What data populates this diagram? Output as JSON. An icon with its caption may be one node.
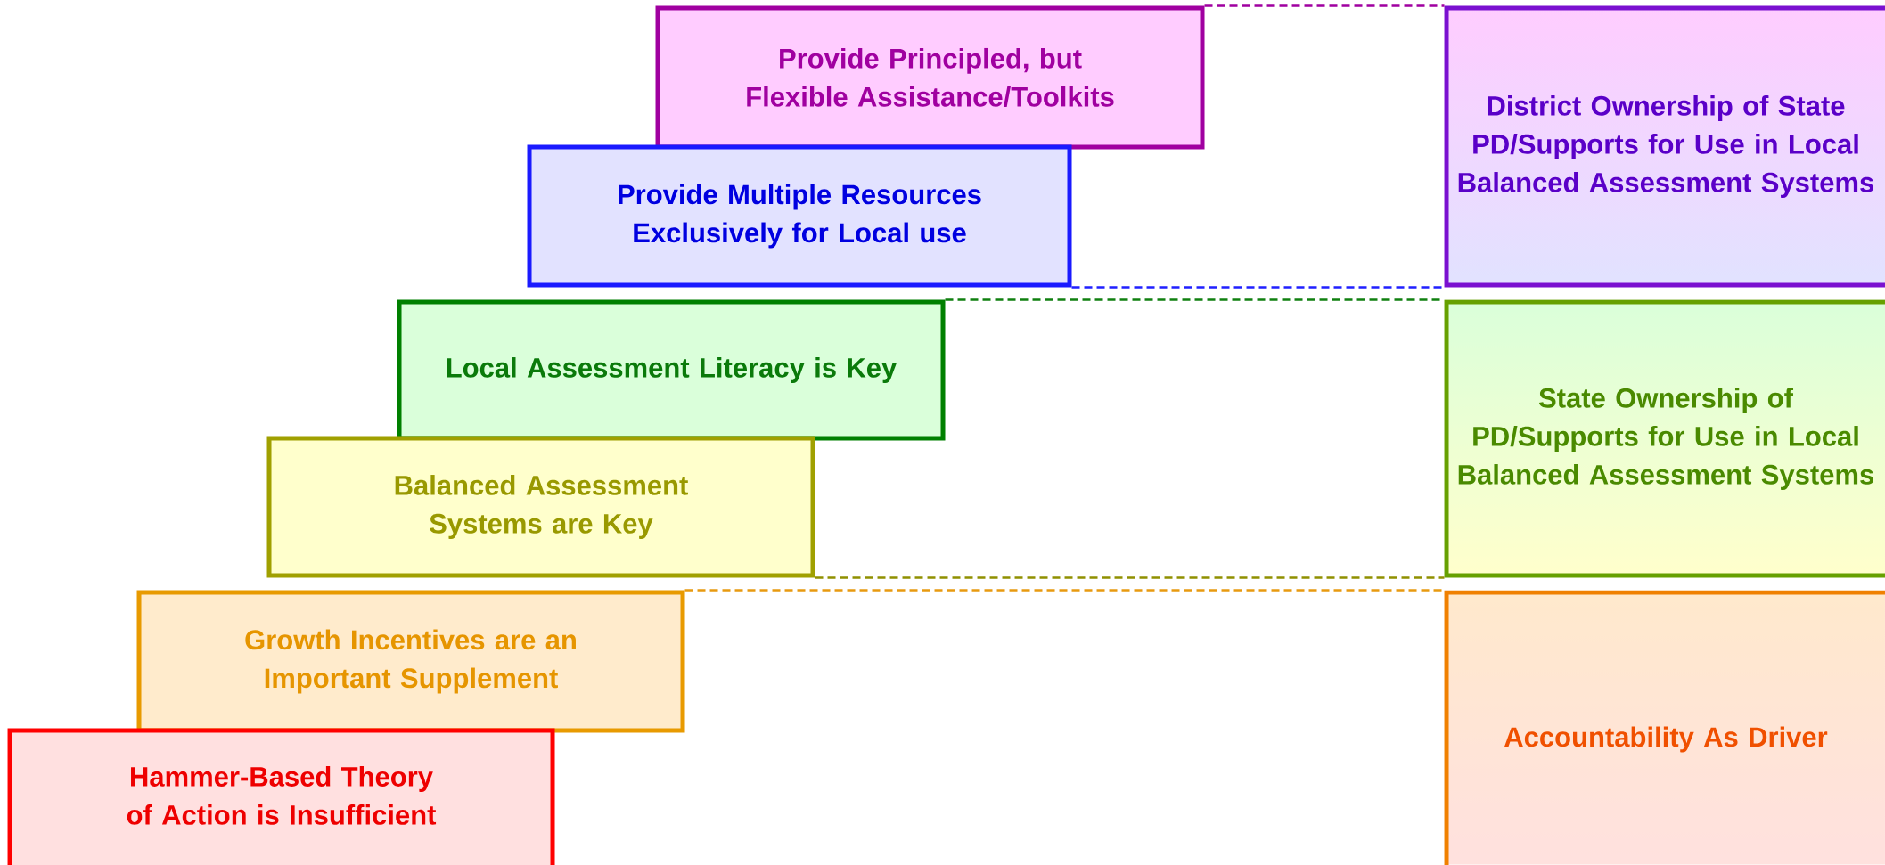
{
  "diagram": {
    "nodes": [
      {
        "text": [
          "Provide Principled, but Flexible Assistance/Toolkits"
        ]
      },
      {
        "text": [
          "Provide Multiple Resources Exclusively for Local use"
        ]
      },
      {
        "text": [
          "Local Assessment Literacy is Key"
        ]
      },
      {
        "text": [
          "Balanced Assessment Systems are Key"
        ]
      },
      {
        "text": [
          "Growth Incentives are an Important Supplement"
        ]
      },
      {
        "text": [
          "Hammer-Based Theory of Action is Insufficient"
        ]
      },
      {
        "text": [
          "District Ownership of State PD/Supports for Use in Local Balanced Assessment Systems"
        ]
      },
      {
        "text": [
          "State Ownership of PD/Supports for Use in Local Balanced Assessment Systems"
        ]
      },
      {
        "text": [
          "Accountability As Driver"
        ]
      }
    ],
    "edges": [
      {
        "from": 0,
        "to": 6,
        "arrow": "none",
        "style": "dashed",
        "color": "#a000a0"
      },
      {
        "from": 1,
        "to": 6,
        "arrow": "none",
        "style": "dashed",
        "color": "#2020ff"
      },
      {
        "from": 2,
        "to": 7,
        "arrow": "none",
        "style": "dashed",
        "color": "#108010"
      },
      {
        "from": 3,
        "to": 7,
        "arrow": "none",
        "style": "dashed",
        "color": "#909000"
      },
      {
        "from": 4,
        "to": 8,
        "arrow": "none",
        "style": "dashed",
        "color": "#e89a10"
      }
    ]
  }
}
